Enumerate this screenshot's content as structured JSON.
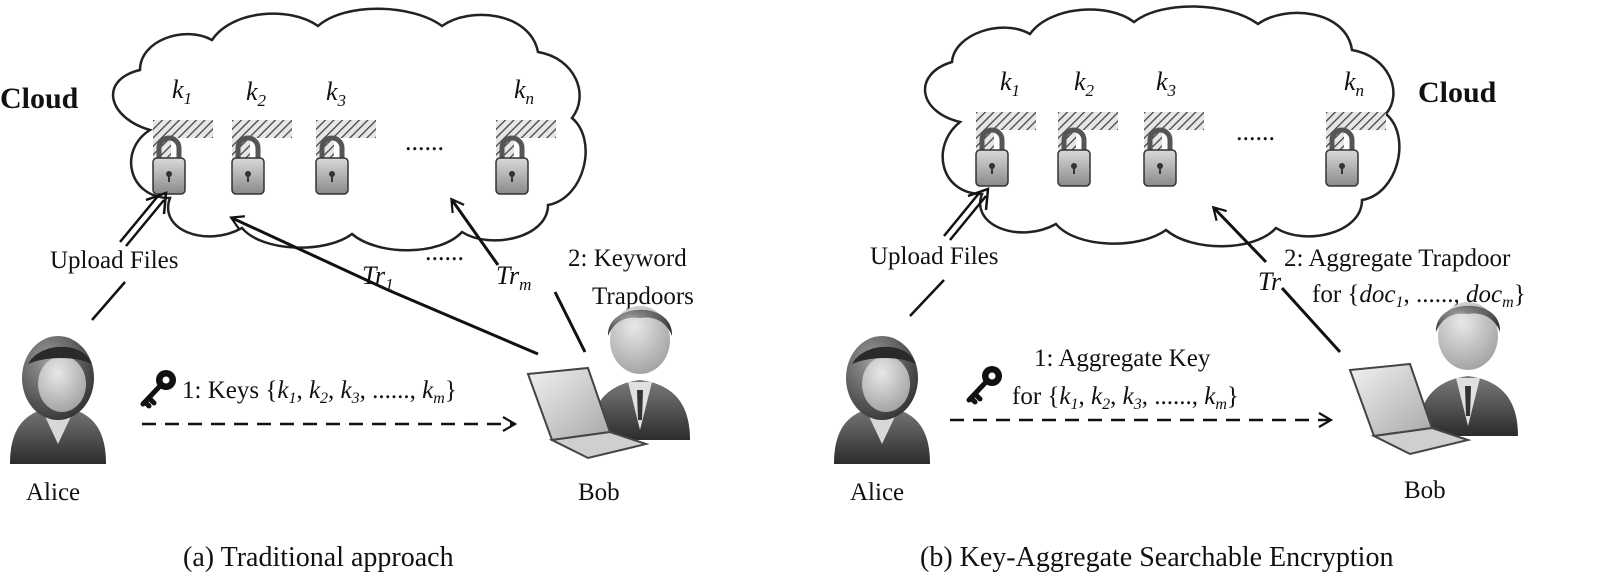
{
  "panel_a": {
    "cloud_label": "Cloud",
    "keys": [
      "k1",
      "k2",
      "k3",
      "kn"
    ],
    "key_ellipsis": "......",
    "upload_label": "Upload Files",
    "trapdoor_label_1": "Tr1",
    "trapdoor_label_m": "Trm",
    "trapdoor_ellipsis": "......",
    "step2_line1": "2: Keyword",
    "step2_line2": "Trapdoors",
    "step1_label": "1: Keys {k1, k2, k3, ......, km}",
    "alice_label": "Alice",
    "bob_label": "Bob",
    "caption": "(a)  Traditional approach"
  },
  "panel_b": {
    "cloud_label": "Cloud",
    "keys": [
      "k1",
      "k2",
      "k3",
      "kn"
    ],
    "key_ellipsis": "......",
    "upload_label": "Upload Files",
    "trapdoor_label": "Tr",
    "step2_line1": "2: Aggregate Trapdoor",
    "step2_line2": "for {doc1, ......, docm}",
    "step1_line1": "1: Aggregate Key",
    "step1_line2": "for {k1, k2, k3,  ......, km}",
    "alice_label": "Alice",
    "bob_label": "Bob",
    "caption": "(b)  Key-Aggregate Searchable Encryption"
  }
}
